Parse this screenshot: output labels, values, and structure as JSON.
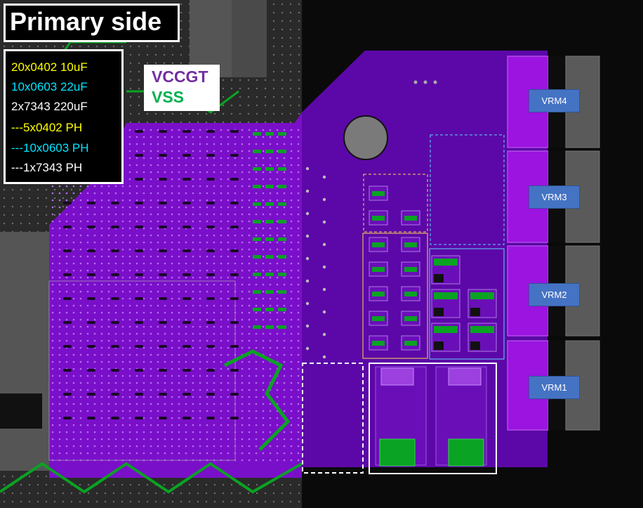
{
  "title": "Primary side",
  "legend": {
    "items": [
      {
        "text": "20x0402 10uF",
        "color": "#ffff00"
      },
      {
        "text": "10x0603 22uF",
        "color": "#00e5ff"
      },
      {
        "text": "2x7343 220uF",
        "color": "#ffffff"
      },
      {
        "text": "---5x0402 PH",
        "color": "#ffff00"
      },
      {
        "text": "---10x0603 PH",
        "color": "#00e5ff"
      },
      {
        "text": "---1x7343 PH",
        "color": "#ffffff"
      }
    ]
  },
  "nets": {
    "vccgt": {
      "text": "VCCGT",
      "color": "#7030a0"
    },
    "vss": {
      "text": "VSS",
      "color": "#00b050"
    }
  },
  "vrms": [
    "VRM4",
    "VRM3",
    "VRM2",
    "VRM1"
  ],
  "colors": {
    "plane_purple": "#7a0fc9",
    "plane_dark": "#4f078e",
    "ground_green": "#0aa323",
    "vrm_blue": "#4573c4",
    "outline_yellow": "#ffd84a",
    "outline_cyan": "#5fd3ff",
    "outline_white": "#ffffff"
  }
}
